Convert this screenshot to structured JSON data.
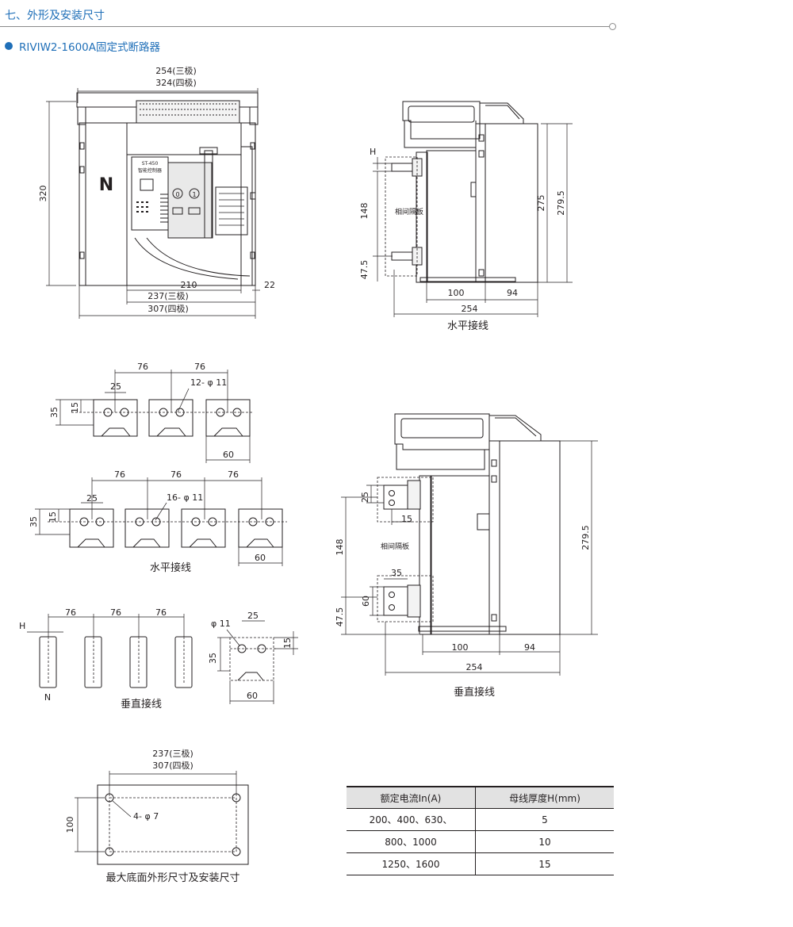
{
  "section_title": "七、外形及安装尺寸",
  "subtitle": "RIVIW2-1600A固定式断路器",
  "front_view": {
    "width_3p": "254(三极)",
    "width_4p": "324(四极)",
    "height": "320",
    "n_label": "N",
    "controller_name": "ST-450",
    "controller_sub": "智能控制器",
    "bottom_210": "210",
    "bottom_22": "22",
    "bottom_3p": "237(三极)",
    "bottom_4p": "307(四极)"
  },
  "side_horizontal": {
    "h_label": "H",
    "dim_148": "148",
    "dim_47_5": "47.5",
    "partition": "相间隔板",
    "dim_275": "275",
    "dim_279_5": "279.5",
    "dim_100": "100",
    "dim_94": "94",
    "dim_254": "254",
    "caption": "水平接线"
  },
  "terminals_3p": {
    "pitch_1": "76",
    "pitch_2": "76",
    "dim_25": "25",
    "holes": "12-  φ 11",
    "dim_35": "35",
    "dim_15": "15",
    "dim_60": "60"
  },
  "terminals_4p": {
    "pitch_1": "76",
    "pitch_2": "76",
    "pitch_3": "76",
    "dim_25": "25",
    "holes": "16-  φ 11",
    "dim_35": "35",
    "dim_15": "15",
    "dim_60": "60",
    "caption": "水平接线"
  },
  "vertical_terminals": {
    "h_label": "H",
    "pitch_1": "76",
    "pitch_2": "76",
    "pitch_3": "76",
    "n_label": "N",
    "caption": "垂直接线",
    "detail_hole": "φ 11",
    "detail_25": "25",
    "detail_35": "35",
    "detail_15": "15",
    "detail_60": "60"
  },
  "side_vertical": {
    "dim_25": "25",
    "dim_15": "15",
    "dim_148": "148",
    "partition": "相间隔板",
    "dim_35": "35",
    "dim_60": "60",
    "dim_47_5": "47.5",
    "dim_279_5": "279.5",
    "dim_100": "100",
    "dim_94": "94",
    "dim_254": "254",
    "caption": "垂直接线"
  },
  "base_view": {
    "width_3p": "237(三极)",
    "width_4p": "307(四极)",
    "dim_100": "100",
    "holes": "4-  φ 7",
    "caption": "最大底面外形尺寸及安装尺寸"
  },
  "table": {
    "headers": [
      "额定电流In(A)",
      "母线厚度H(mm)"
    ],
    "rows": [
      [
        "200、400、630、",
        "5"
      ],
      [
        "800、1000",
        "10"
      ],
      [
        "1250、1600",
        "15"
      ]
    ]
  },
  "colors": {
    "accent": "#1f6fb8",
    "line": "#231f20",
    "table_header": "#e2e2e2"
  }
}
